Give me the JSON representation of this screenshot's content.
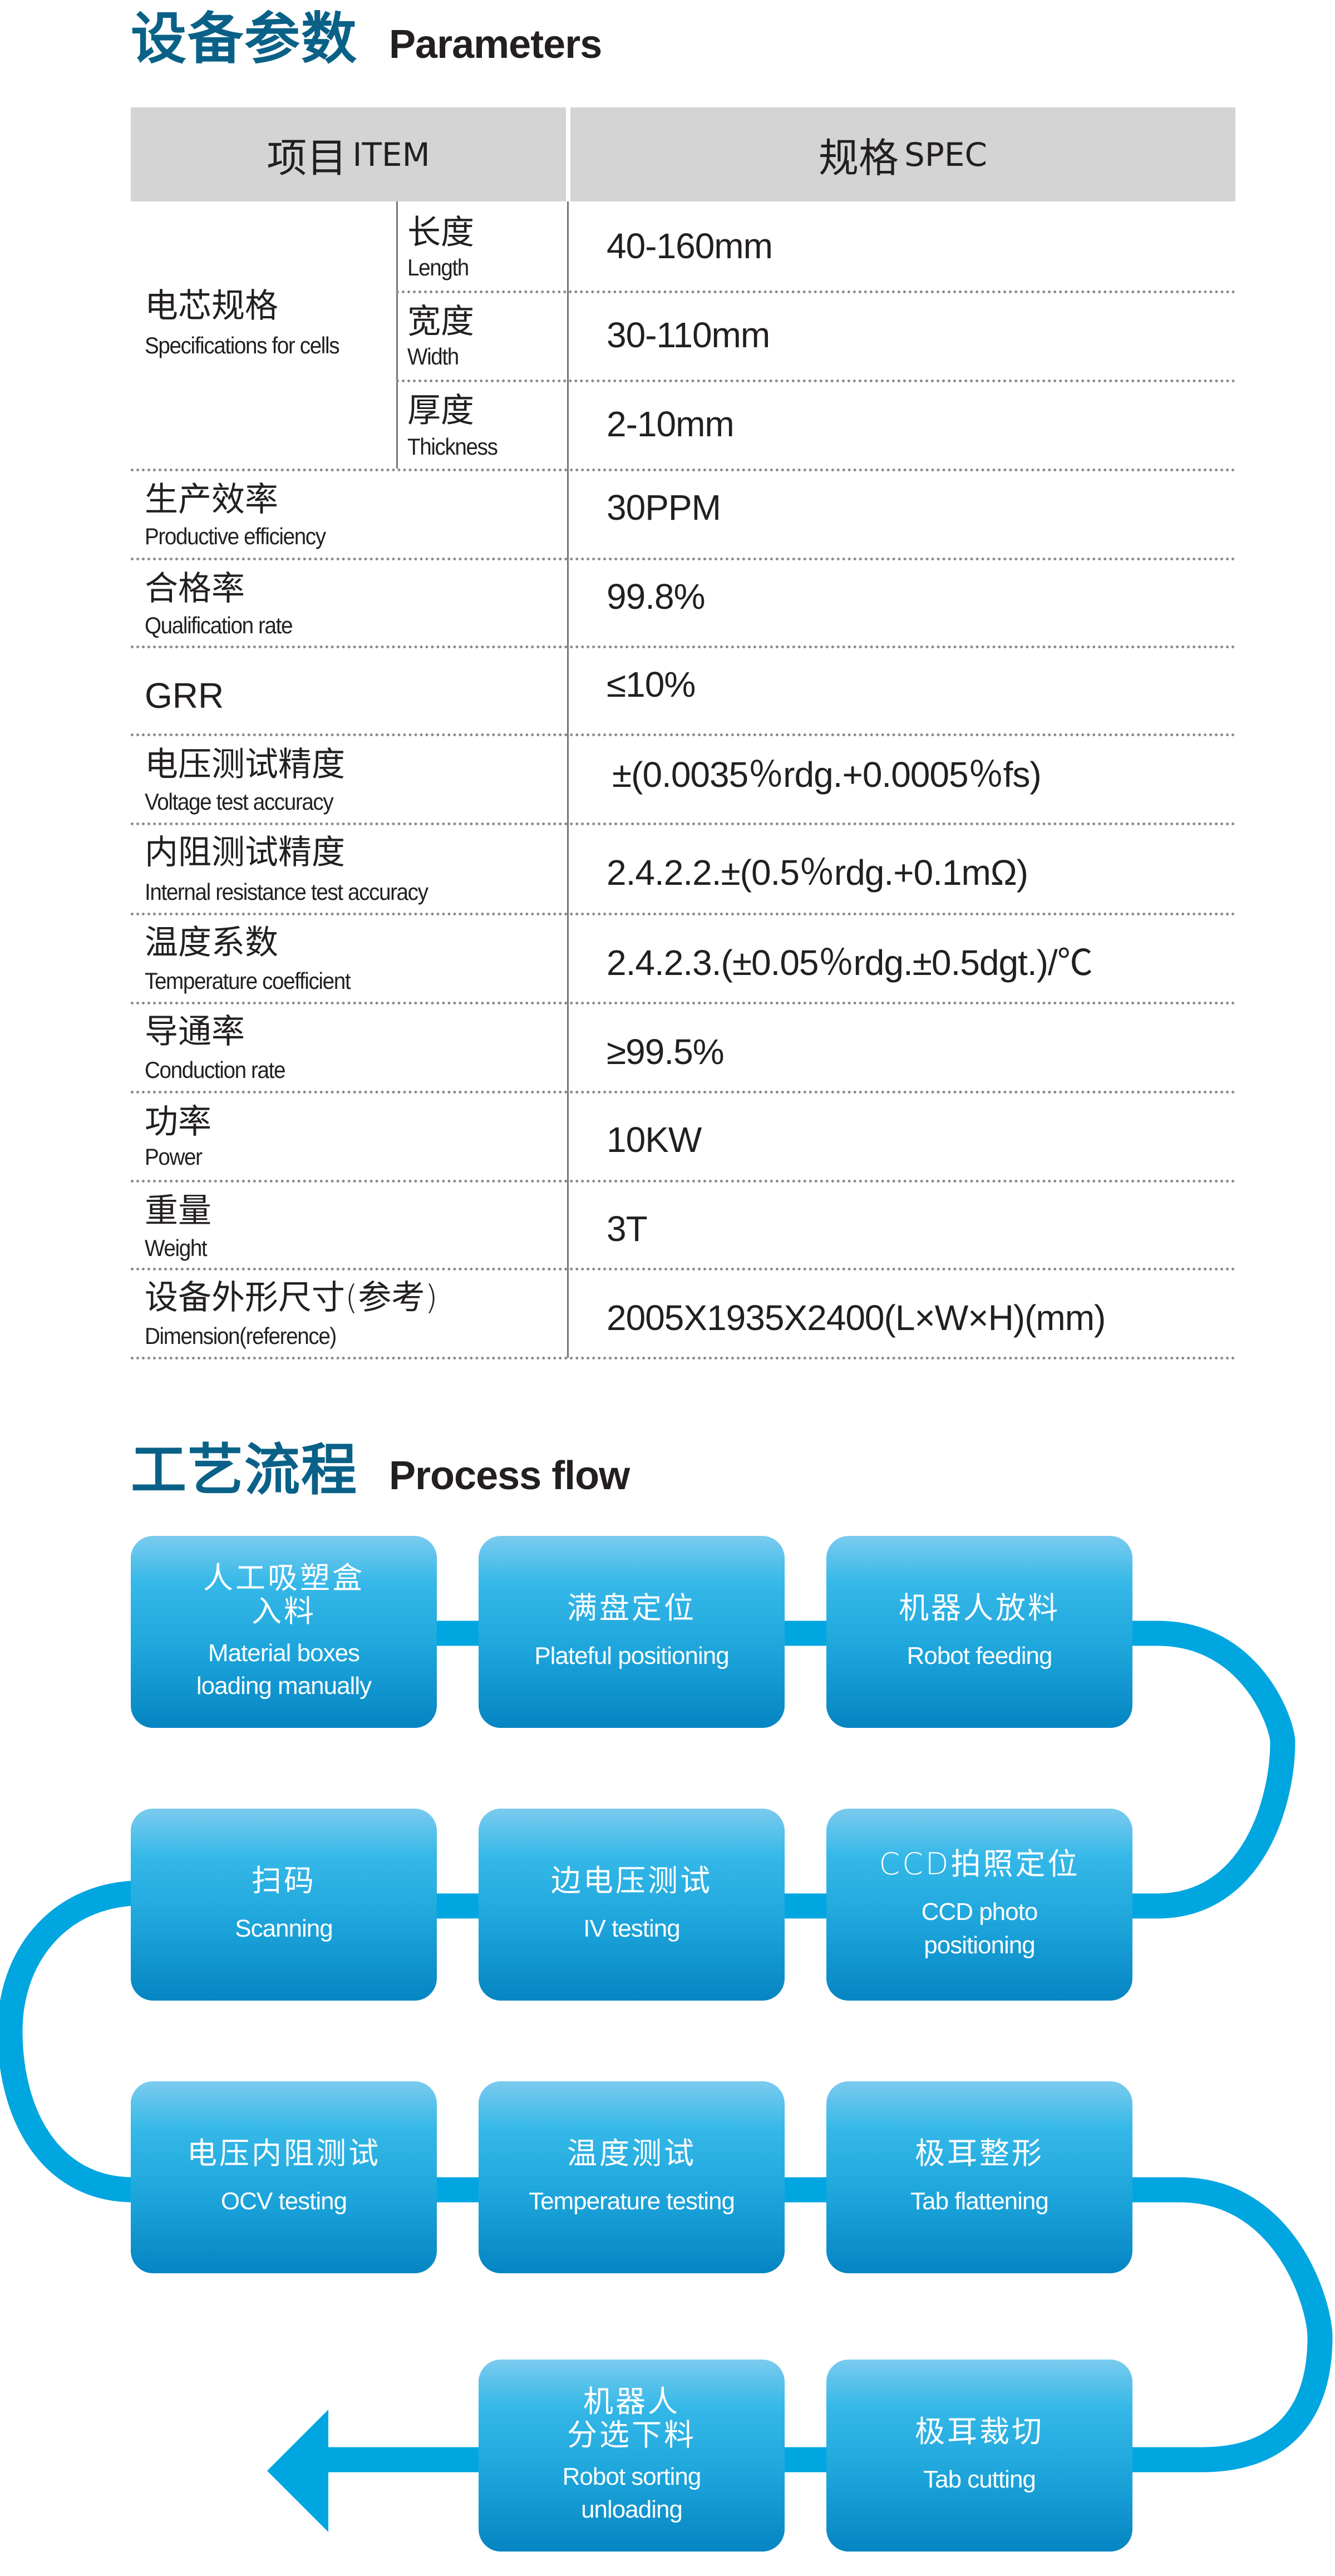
{
  "parameters": {
    "title_cn": "设备参数",
    "title_en": "Parameters",
    "header": {
      "item_cn": "项目",
      "item_en": "ITEM",
      "spec_cn": "规格",
      "spec_en": "SPEC"
    },
    "cell_spec_group": {
      "cn": "电芯规格",
      "en": "Specifications for cells",
      "sub": [
        {
          "cn": "长度",
          "en": "Length",
          "value": "40-160mm"
        },
        {
          "cn": "宽度",
          "en": "Width",
          "value": "30-110mm"
        },
        {
          "cn": "厚度",
          "en": "Thickness",
          "value": "2-10mm"
        }
      ]
    },
    "rows": [
      {
        "cn": "生产效率",
        "en": "Productive efficiency",
        "value": "30PPM"
      },
      {
        "cn": "合格率",
        "en": "Qualification rate",
        "value": "99.8%"
      },
      {
        "cn": "GRR",
        "en": "",
        "value": "≤10%"
      },
      {
        "cn": "电压测试精度",
        "en": "Voltage test accuracy",
        "value": "±(0.0035％rdg.+0.0005％fs)"
      },
      {
        "cn": "内阻测试精度",
        "en": "Internal resistance test  accuracy",
        "value": "2.4.2.2.±(0.5％rdg.+0.1mΩ)"
      },
      {
        "cn": "温度系数",
        "en": "Temperature coefficient",
        "value": "2.4.2.3.(±0.05％rdg.±0.5dgt.)/℃"
      },
      {
        "cn": "导通率",
        "en": "Conduction rate",
        "value": "≥99.5%"
      },
      {
        "cn": "功率",
        "en": "Power",
        "value": "10KW"
      },
      {
        "cn": "重量",
        "en": "Weight",
        "value": "3T"
      },
      {
        "cn": "设备外形尺寸(参考)",
        "en": "Dimension(reference)",
        "value": "2005X1935X2400(L×W×H)(mm)"
      }
    ]
  },
  "process_flow": {
    "title_cn": "工艺流程",
    "title_en": "Process flow",
    "accent_color": "#00a6e0",
    "title_color": "#0a6187",
    "steps": [
      {
        "cn": "人工吸塑盒\n入料",
        "en": "Material boxes\nloading manually"
      },
      {
        "cn": "满盘定位",
        "en": "Plateful positioning"
      },
      {
        "cn": "机器人放料",
        "en": "Robot feeding"
      },
      {
        "cn": "CCD拍照定位",
        "en": "CCD photo\npositioning"
      },
      {
        "cn": "边电压测试",
        "en": "IV testing"
      },
      {
        "cn": "扫码",
        "en": "Scanning"
      },
      {
        "cn": "电压内阻测试",
        "en": "OCV testing"
      },
      {
        "cn": "温度测试",
        "en": "Temperature testing"
      },
      {
        "cn": "极耳整形",
        "en": "Tab flattening"
      },
      {
        "cn": "极耳裁切",
        "en": "Tab cutting"
      },
      {
        "cn": "机器人\n分选下料",
        "en": "Robot sorting\nunloading"
      }
    ]
  }
}
